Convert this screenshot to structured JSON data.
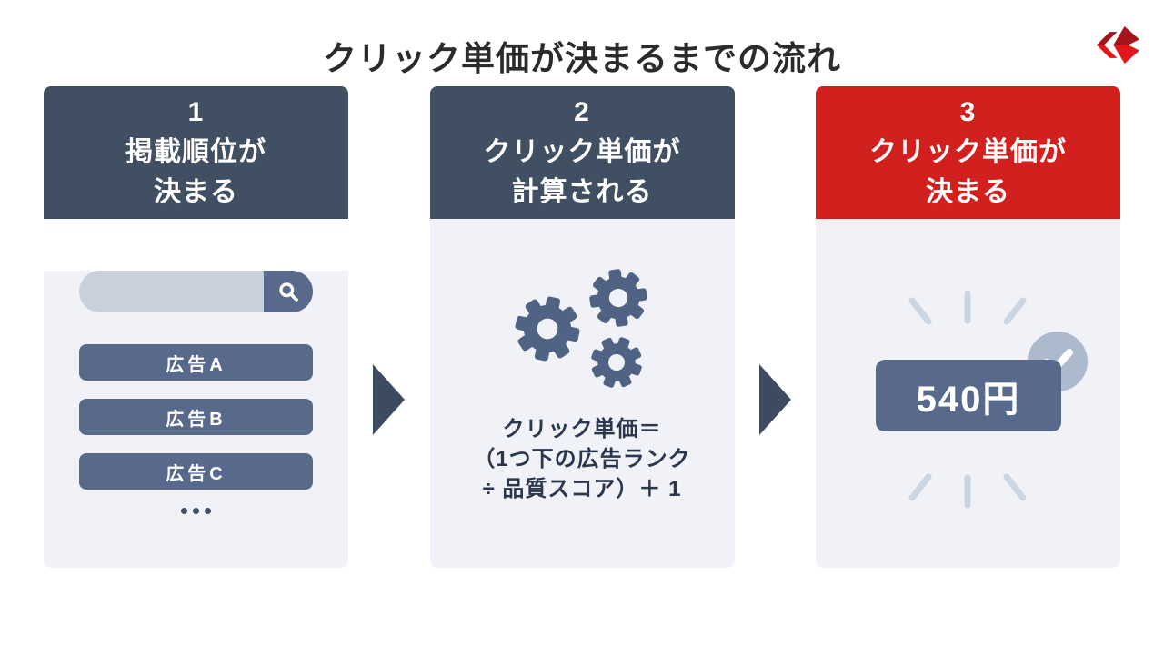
{
  "title": "クリック単価が決まるまでの流れ",
  "colors": {
    "brand_red_bright": "#e3161e",
    "brand_red_dark": "#a6131a",
    "accent_red": "#d1201d",
    "slate_dark": "#414f63",
    "slate_mid": "#59698b",
    "gear_slate": "#516384",
    "panel_body_bg": "#f0f2f7",
    "search_field_gray": "#c9d1dd",
    "ray_pale_blue": "#ccd5e2",
    "check_circle_gray": "#adbace",
    "title_text": "#2b2b2b",
    "formula_text": "#2b374d"
  },
  "panels": [
    {
      "step_number": "1",
      "title_lines": [
        "掲載順位が",
        "決まる"
      ],
      "ads": [
        "広告A",
        "広告B",
        "広告C"
      ]
    },
    {
      "step_number": "2",
      "title_lines": [
        "クリック単価が",
        "計算される"
      ],
      "formula_lines": [
        "クリック単価＝",
        "（1つ下の広告ランク",
        "÷ 品質スコア）＋ 1"
      ]
    },
    {
      "step_number": "3",
      "title_lines": [
        "クリック単価が",
        "決まる"
      ],
      "price": "540円"
    }
  ]
}
